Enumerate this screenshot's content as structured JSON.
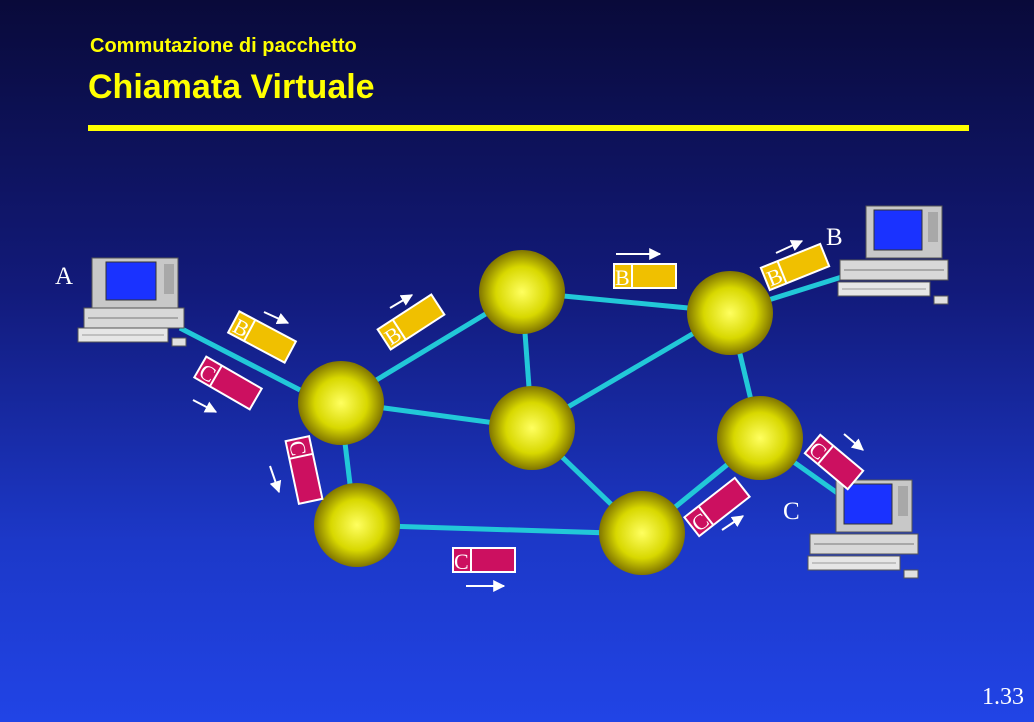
{
  "header": {
    "subtitle": "Commutazione di pacchetto",
    "title": "Chiamata Virtuale"
  },
  "page_number": "1.33",
  "hosts": {
    "a": {
      "label": "A"
    },
    "b": {
      "label": "B"
    },
    "c": {
      "label": "C"
    }
  },
  "packets": {
    "b1": "B",
    "b2": "B",
    "b3": "B",
    "b4": "B",
    "c1": "C",
    "c2": "C",
    "c3": "C",
    "c4": "C",
    "c5": "C"
  },
  "colors": {
    "background_top": "#090a3a",
    "background_bottom": "#2144e6",
    "title": "#ffff00",
    "link": "#22c8d8",
    "node": "#d8d800",
    "packet_b": "#f0c000",
    "packet_c": "#cc1060"
  },
  "icons": {
    "host": "desktop-computer-icon",
    "node": "switch-node-icon"
  }
}
